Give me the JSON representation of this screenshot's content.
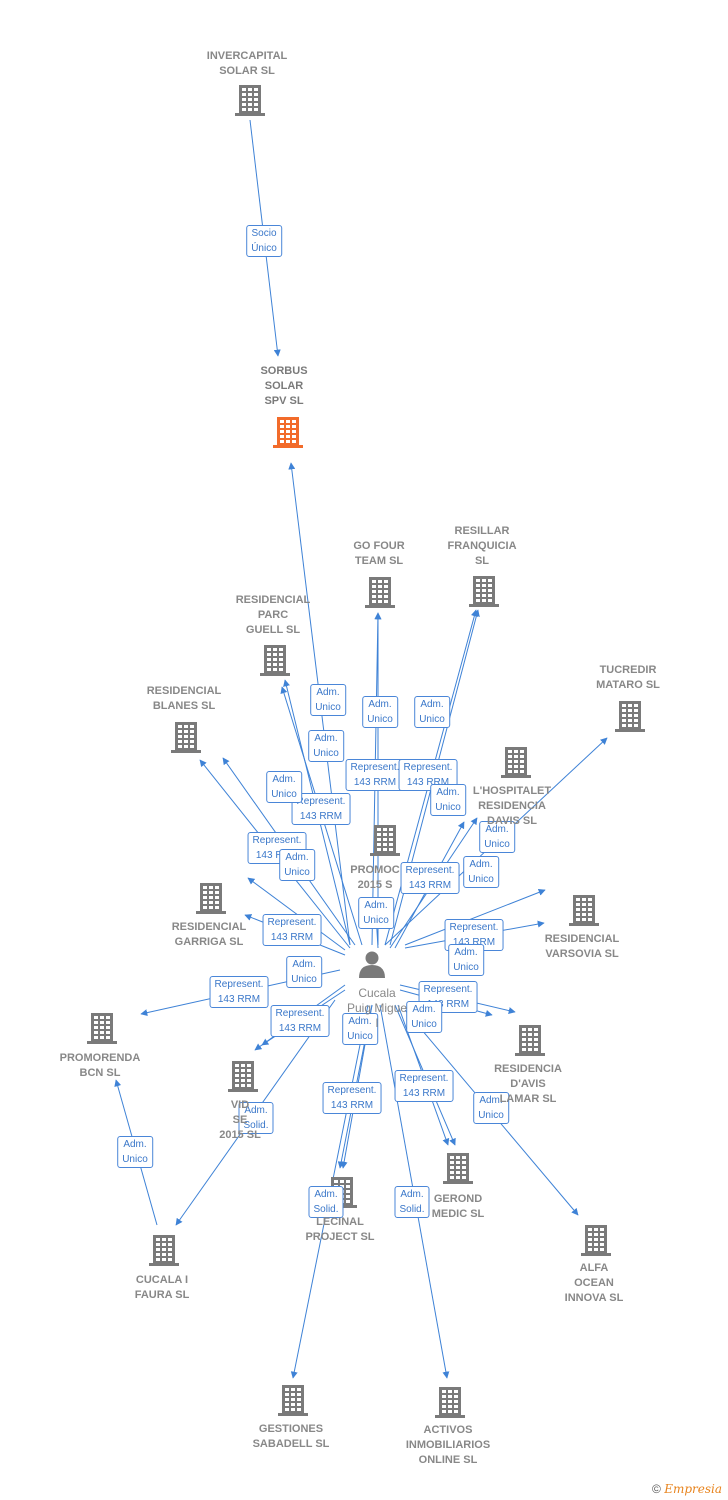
{
  "colors": {
    "edge": "#3e82d6",
    "building": "#7a7a7a",
    "focus_building": "#f26b2a",
    "person": "#7a7a7a"
  },
  "person": {
    "id": "cucala",
    "label": "Cucala\nPuig Migue\nl"
  },
  "companies": [
    {
      "id": "invercapital",
      "label": "INVERCAPITAL\nSOLAR SL"
    },
    {
      "id": "sorbus",
      "label": "SORBUS\nSOLAR\nSPV SL",
      "focus": true
    },
    {
      "id": "gofour",
      "label": "GO FOUR\nTEAM SL"
    },
    {
      "id": "resillar",
      "label": "RESILLAR\nFRANQUICIA\nSL"
    },
    {
      "id": "parcguell",
      "label": "RESIDENCIAL\nPARC\nGUELL SL"
    },
    {
      "id": "tucredir",
      "label": "TUCREDIR\nMATARO SL"
    },
    {
      "id": "blanes",
      "label": "RESIDENCIAL\nBLANES SL"
    },
    {
      "id": "hospitalet",
      "label": "L'HOSPITALET\nRESIDENCIA\nDAVIS SL"
    },
    {
      "id": "promoc2015",
      "label": "PROMOC\n2015 S"
    },
    {
      "id": "garriga",
      "label": "RESIDENCIAL\nGARRIGA SL"
    },
    {
      "id": "varsovia",
      "label": "RESIDENCIAL\nVARSOVIA SL"
    },
    {
      "id": "promorenda",
      "label": "PROMORENDA\nBCN SL"
    },
    {
      "id": "davismar",
      "label": "RESIDENCIA\nD'AVIS\nLAMAR SL"
    },
    {
      "id": "vida",
      "label": "VID\nSE\n2015 SL"
    },
    {
      "id": "gerond",
      "label": "GEROND\nMEDIC SL"
    },
    {
      "id": "lecinal",
      "label": "LECINAL\nPROJECT SL"
    },
    {
      "id": "cucalafaura",
      "label": "CUCALA I\nFAURA SL"
    },
    {
      "id": "alfaocean",
      "label": "ALFA\nOCEAN\nINNOVA SL"
    },
    {
      "id": "gestiones",
      "label": "GESTIONES\nSABADELL SL"
    },
    {
      "id": "activos",
      "label": "ACTIVOS\nINMOBILIARIOS\nONLINE SL"
    }
  ],
  "edges": [
    {
      "from": "invercapital",
      "to": "sorbus",
      "label": "Socio\nÚnico"
    },
    {
      "from": "cucala",
      "to": "sorbus",
      "label": "Adm.\nUnico"
    },
    {
      "from": "cucala",
      "to": "parcguell",
      "label": "Adm.\nUnico"
    },
    {
      "from": "cucala",
      "to": "parcguell",
      "label": "Represent.\n143 RRM"
    },
    {
      "from": "cucala",
      "to": "gofour",
      "label": "Adm.\nUnico"
    },
    {
      "from": "cucala",
      "to": "gofour",
      "label": "Represent.\n143 RRM"
    },
    {
      "from": "cucala",
      "to": "resillar",
      "label": "Adm.\nUnico"
    },
    {
      "from": "cucala",
      "to": "resillar",
      "label": "Represent.\n143 RRM"
    },
    {
      "from": "cucala",
      "to": "blanes",
      "label": "Adm.\nUnico"
    },
    {
      "from": "cucala",
      "to": "blanes",
      "label": "Represent.\n143 RRM"
    },
    {
      "from": "cucala",
      "to": "tucredir",
      "label": "Adm.\nUnico"
    },
    {
      "from": "cucala",
      "to": "hospitalet",
      "label": "Adm.\nUnico"
    },
    {
      "from": "cucala",
      "to": "hospitalet",
      "label": "Represent.\n143 RRM"
    },
    {
      "from": "cucala",
      "to": "promoc2015",
      "label": "Adm.\nUnico"
    },
    {
      "from": "cucala",
      "to": "garriga",
      "label": "Adm.\nUnico"
    },
    {
      "from": "cucala",
      "to": "garriga",
      "label": "Represent.\n143 RRM"
    },
    {
      "from": "cucala",
      "to": "varsovia",
      "label": "Adm.\nUnico"
    },
    {
      "from": "cucala",
      "to": "varsovia",
      "label": "Represent.\n143 RRM"
    },
    {
      "from": "cucala",
      "to": "promorenda",
      "label": "Represent.\n143 RRM"
    },
    {
      "from": "cucala",
      "to": "davismar",
      "label": "Adm.\nUnico"
    },
    {
      "from": "cucala",
      "to": "davismar",
      "label": "Represent.\n143 RRM"
    },
    {
      "from": "cucala",
      "to": "vida",
      "label": "Adm.\nUnico"
    },
    {
      "from": "cucala",
      "to": "vida",
      "label": "Represent.\n143 RRM"
    },
    {
      "from": "cucala",
      "to": "gerond",
      "label": "Adm.\nUnico"
    },
    {
      "from": "cucala",
      "to": "gerond",
      "label": "Represent.\n143 RRM"
    },
    {
      "from": "cucala",
      "to": "lecinal",
      "label": "Adm.\nUnico"
    },
    {
      "from": "cucala",
      "to": "lecinal",
      "label": "Represent.\n143 RRM"
    },
    {
      "from": "cucala",
      "to": "cucalafaura",
      "label": "Adm.\nSolid."
    },
    {
      "from": "cucalafaura",
      "to": "promorenda",
      "label": "Adm.\nUnico"
    },
    {
      "from": "cucala",
      "to": "alfaocean",
      "label": "Adm.\nUnico"
    },
    {
      "from": "cucala",
      "to": "gestiones",
      "label": "Adm.\nSolid."
    },
    {
      "from": "cucala",
      "to": "activos",
      "label": "Adm.\nSolid."
    }
  ],
  "footer": {
    "copyright": "©",
    "brand": "Empresia"
  }
}
